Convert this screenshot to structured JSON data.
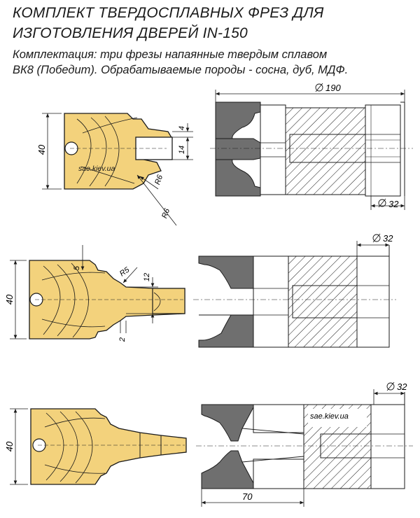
{
  "header": {
    "title_line1": "КОМПЛЕКТ ТВЕРДОСПЛАВНЫХ ФРЕЗ ДЛЯ",
    "title_line2": "ИЗГОТОВЛЕНИЯ ДВЕРЕЙ IN-150",
    "desc_line1": "Комплектация: три фрезы напаянные твердым сплавом",
    "desc_line2": "ВК8 (Победит). Обрабатываемые породы - сосна, дуб, МДФ."
  },
  "watermark": "sae.kiev.ua",
  "colors": {
    "blade": "#f3d27c",
    "steel": "#6f6f6f",
    "ink": "#1a1a1a"
  },
  "cutter1": {
    "dim_height": "40",
    "dim_a": "4",
    "dim_b": "14",
    "radius_inner": "R6",
    "radius_outer": "R6",
    "dia_outer": "190",
    "dia_bore": "32"
  },
  "cutter2": {
    "dim_height": "40",
    "dim_a": "5",
    "dim_r": "R5",
    "dim_b": "12",
    "dim_c": "2",
    "dia_bore": "32"
  },
  "cutter3": {
    "dim_height": "40",
    "dia_bore": "32",
    "dim_length": "70"
  }
}
